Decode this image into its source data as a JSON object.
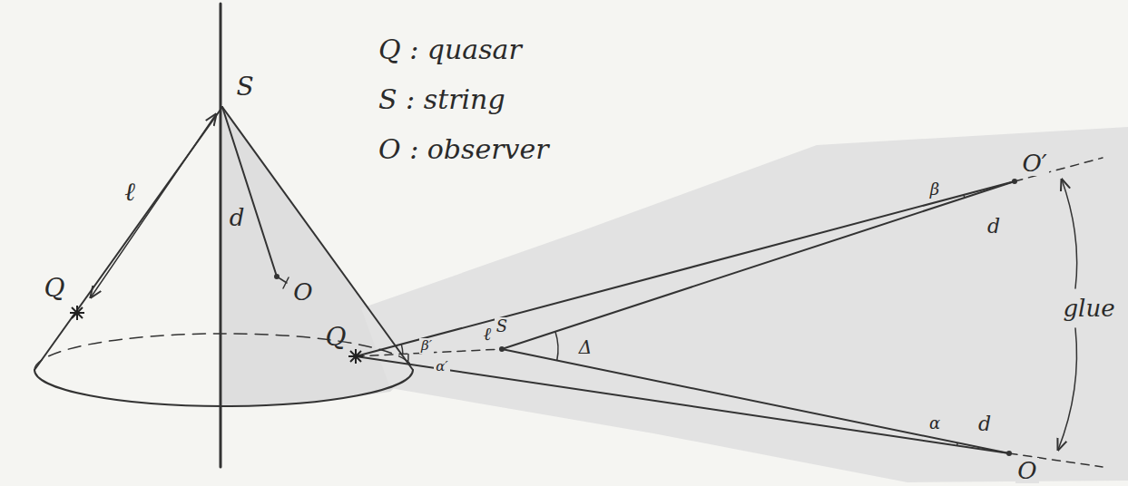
{
  "diagram": {
    "labels": [
      "Q : quasar",
      "S : string",
      "O : observer",
      "ℓ",
      "S",
      "d",
      "Q",
      "O",
      "Q",
      "β′",
      "α′",
      "ℓ",
      "S",
      "Δ",
      "β",
      "d",
      "d",
      "α",
      "O′",
      "O",
      "glue"
    ]
  }
}
